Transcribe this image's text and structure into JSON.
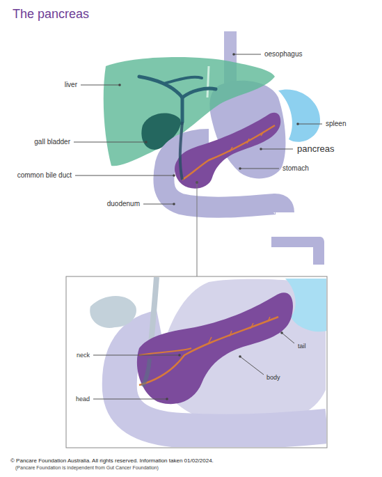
{
  "diagram": {
    "title": "The pancreas",
    "labels": [
      "oesophagus",
      "liver",
      "spleen",
      "gall bladder",
      "pancreas",
      "common bile duct",
      "stomach",
      "duodenum",
      "neck",
      "tail",
      "body",
      "head",
      "© Pancare Foundation Australia. All rights reserved. Information taken 01/02/2024.",
      "(Pancare Foundation is independent from Gut Cancer Foundation)"
    ]
  }
}
